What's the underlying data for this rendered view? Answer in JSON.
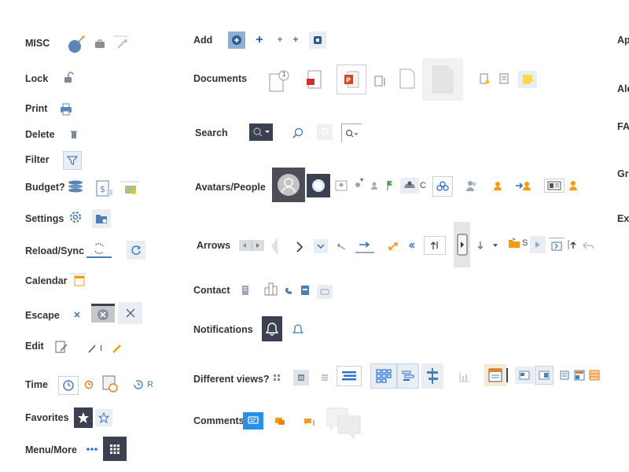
{
  "left_column": {
    "misc": "MISC",
    "lock": "Lock",
    "print": "Print",
    "delete": "Delete",
    "filter": "Filter",
    "budget": "Budget?",
    "settings": "Settings",
    "reload": "Reload/Sync",
    "calendar": "Calendar",
    "escape": "Escape",
    "edit": "Edit",
    "time": "Time",
    "favorites": "Favorites",
    "menu": "Menu/More"
  },
  "middle_column": {
    "add": "Add",
    "documents": "Documents",
    "search": "Search",
    "avatars": "Avatars/People",
    "arrows": "Arrows",
    "contact": "Contact",
    "notifications": "Notifications",
    "views": "Different views?",
    "comments": "Comments"
  },
  "right_column": {
    "ap": "Ap",
    "ale": "Ale",
    "fa": "FA",
    "gra": "Gra",
    "exp": "Exp"
  },
  "snippets": {
    "edit_i": "I",
    "time_r": "R",
    "avatar_c": "C",
    "arrows_s": "S",
    "doc_clock": "1"
  },
  "colors": {
    "accent_blue": "#2a8fe8",
    "icon_blue": "#4a7fb5",
    "dark_tile": "#3b4150",
    "orange": "#f39c12",
    "red": "#d0312d"
  },
  "icons": [
    "bomb-icon",
    "briefcase-icon",
    "magic-wand-icon",
    "unlock-icon",
    "printer-icon",
    "trash-icon",
    "filter-icon",
    "coins-icon",
    "invoice-icon",
    "money-map-icon",
    "gear-icon",
    "folder-gear-icon",
    "sync-icon",
    "refresh-icon",
    "calendar-icon",
    "close-icon",
    "edit-document-icon",
    "pencil-icon",
    "clock-icon",
    "timer-icon",
    "calendar-clock-icon",
    "history-icon",
    "star-icon",
    "more-dots-icon",
    "grid-menu-icon",
    "plus-icon",
    "document-icon",
    "pdf-icon",
    "powerpoint-icon",
    "sticky-note-icon",
    "search-icon",
    "user-icon",
    "group-icon",
    "arrow-icon",
    "phone-icon",
    "building-icon",
    "bell-icon",
    "list-view-icon",
    "gantt-icon",
    "comment-icon"
  ]
}
